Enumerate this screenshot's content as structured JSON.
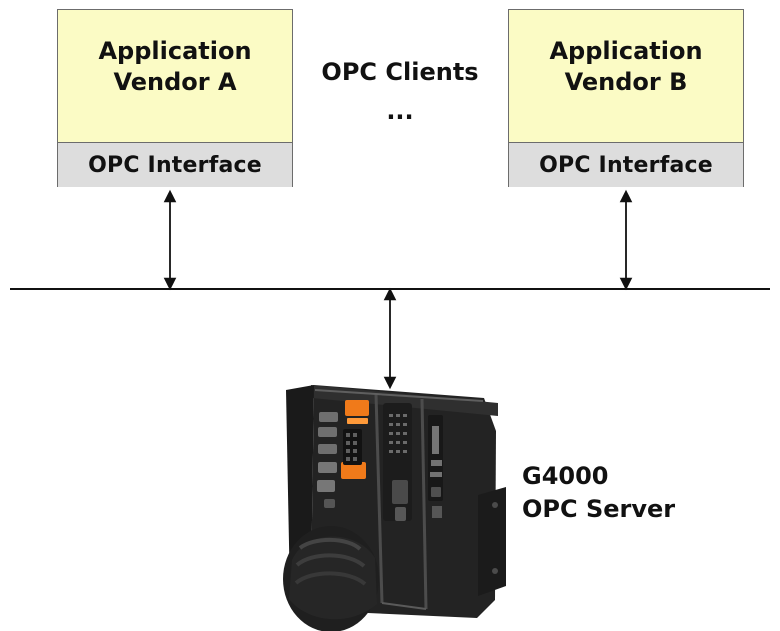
{
  "diagram": {
    "clients": [
      {
        "app_line1": "Application",
        "app_line2": "Vendor A",
        "interface": "OPC Interface"
      },
      {
        "app_line1": "Application",
        "app_line2": "Vendor B",
        "interface": "OPC Interface"
      }
    ],
    "clients_label": "OPC Clients",
    "ellipsis": "...",
    "server_line1": "G4000",
    "server_line2": "OPC Server"
  },
  "colors": {
    "app_fill": "#fbfbc5",
    "interface_fill": "#dddddd",
    "line": "#111111",
    "device_body": "#262626",
    "device_accent": "#f07a1a"
  },
  "icons": {
    "device": "g4000-controller-device"
  }
}
